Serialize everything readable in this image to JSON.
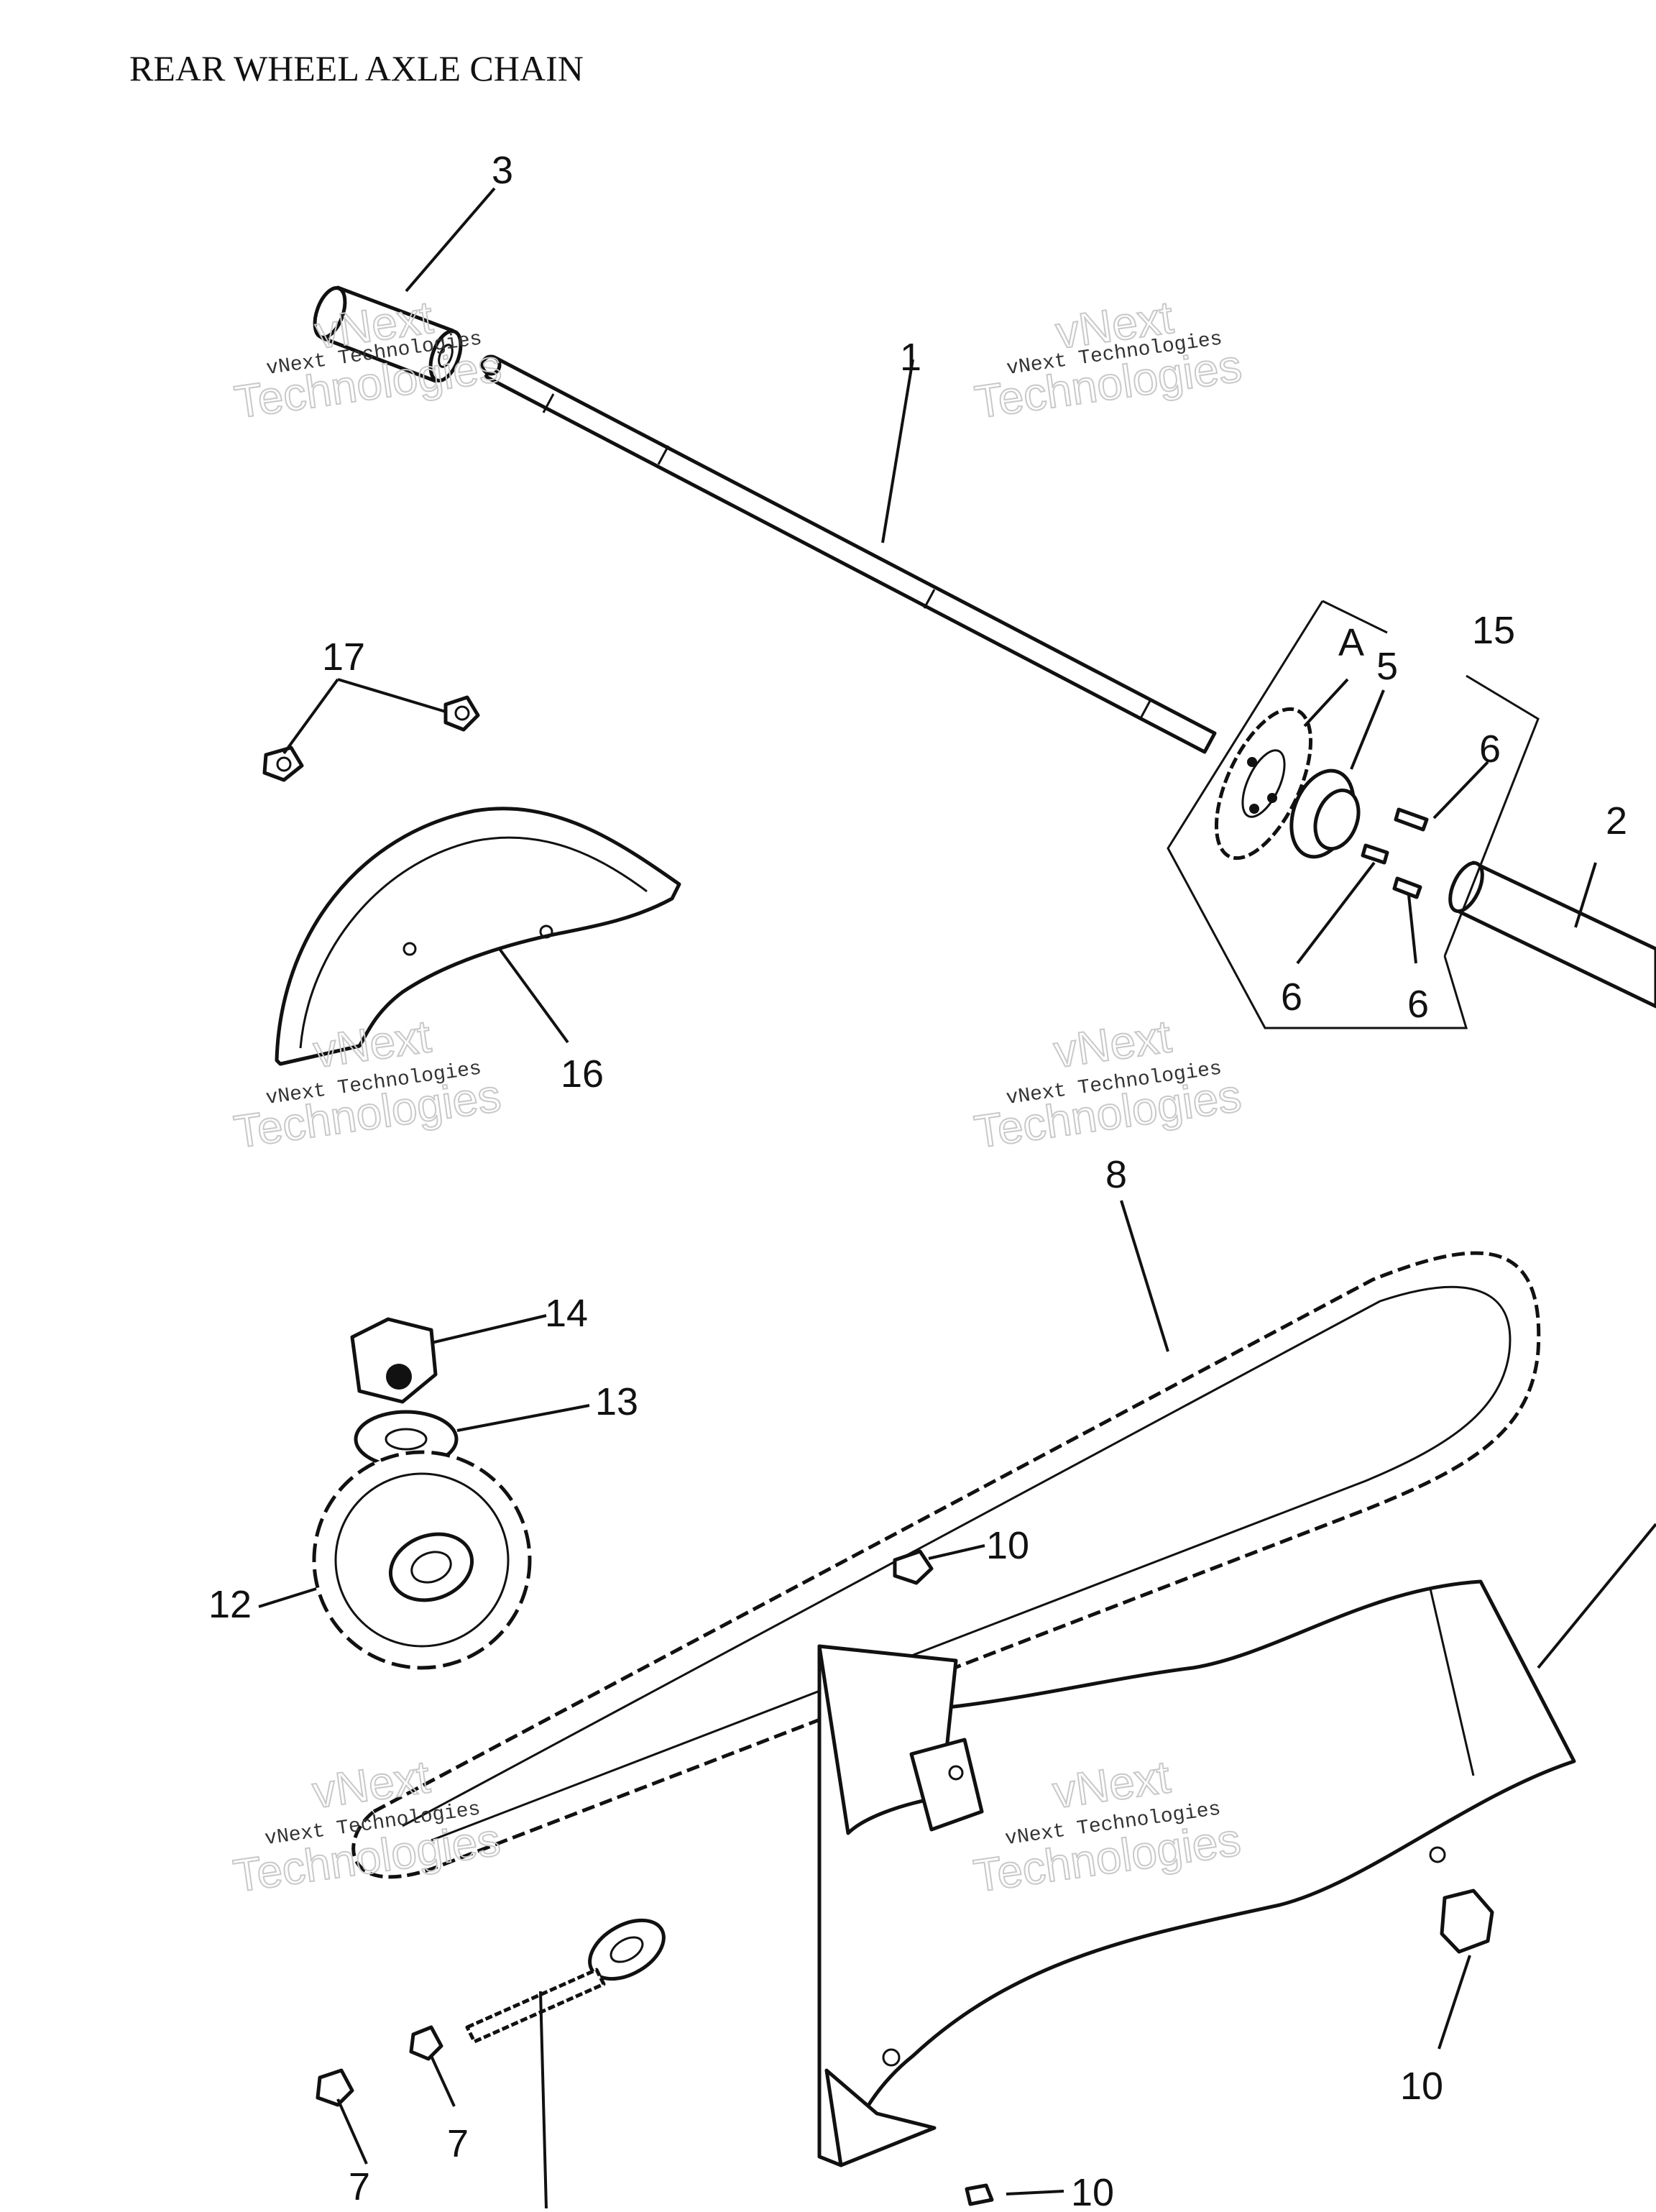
{
  "title": "REAR WHEEL AXLE    CHAIN",
  "watermark": {
    "line1": "vNext Technologies",
    "line2": "Technologies",
    "ghost": "vNext"
  },
  "labels": {
    "p1": "1",
    "p2": "2",
    "p3": "3",
    "p5": "5",
    "p6a": "6",
    "p6b": "6",
    "p6c": "6",
    "p7a": "7",
    "p7b": "7",
    "p8": "8",
    "p10a": "10",
    "p10b": "10",
    "p10c": "10",
    "p12": "12",
    "p13": "13",
    "p14": "14",
    "p15": "15",
    "p16": "16",
    "p17": "17",
    "pA": "A"
  }
}
